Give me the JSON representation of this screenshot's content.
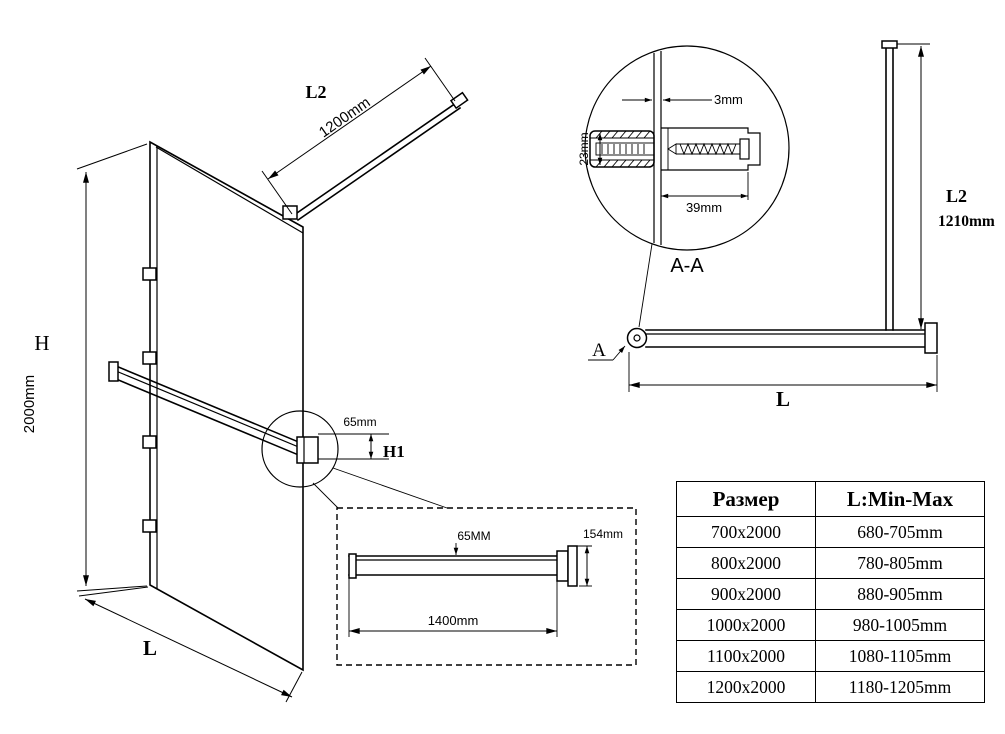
{
  "perspective_view": {
    "l2_label": "L2",
    "l2_value": "1200mm",
    "h_label": "H",
    "h_value": "2000mm",
    "l_label": "L",
    "bar_height_value": "65mm",
    "h1_label": "H1"
  },
  "bar_detail": {
    "top_dim": "65MM",
    "side_dim": "154mm",
    "length_dim": "1400mm"
  },
  "section_view": {
    "glass_thickness": "3mm",
    "tube_height": "23mm",
    "clamp_depth": "39mm",
    "label": "A-A"
  },
  "elevation_view": {
    "l2_label": "L2",
    "l2_value": "1210mm",
    "l_label": "L",
    "section_marker": "A"
  },
  "size_table": {
    "headers": [
      "Размер",
      "L:Min-Max"
    ],
    "rows": [
      [
        "700x2000",
        "680-705mm"
      ],
      [
        "800x2000",
        "780-805mm"
      ],
      [
        "900x2000",
        "880-905mm"
      ],
      [
        "1000x2000",
        "980-1005mm"
      ],
      [
        "1100x2000",
        "1080-1105mm"
      ],
      [
        "1200x2000",
        "1180-1205mm"
      ]
    ]
  }
}
